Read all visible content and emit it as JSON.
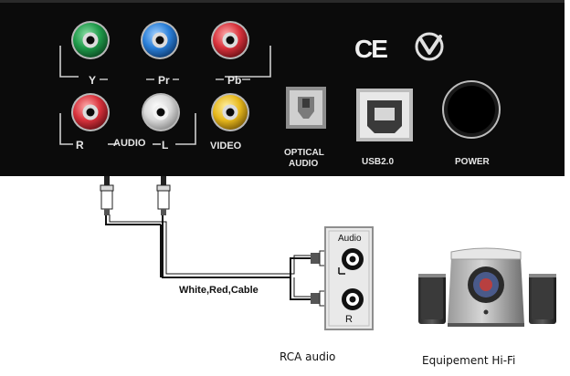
{
  "panel": {
    "labels": {
      "y": "Y",
      "pr": "Pr",
      "pb": "Pb",
      "r": "R",
      "audio": "AUDIO",
      "l": "L",
      "video": "VIDEO",
      "optical_1": "OPTICAL",
      "optical_2": "AUDIO",
      "usb": "USB2.0",
      "power": "POWER",
      "ce": "CE"
    },
    "colors": {
      "panel": "#0b0b0b",
      "green": "#1f9a4a",
      "blue": "#2a7fd8",
      "red": "#d8323c",
      "white": "#e4e4e4",
      "yellow": "#e7b81d"
    }
  },
  "cable_label": "White,Red,Cable",
  "rca_box": {
    "top_label": "Audio",
    "bottom_label": "R"
  },
  "captions": {
    "rca": "RCA audio",
    "hifi": "Equipement Hi-Fi"
  }
}
